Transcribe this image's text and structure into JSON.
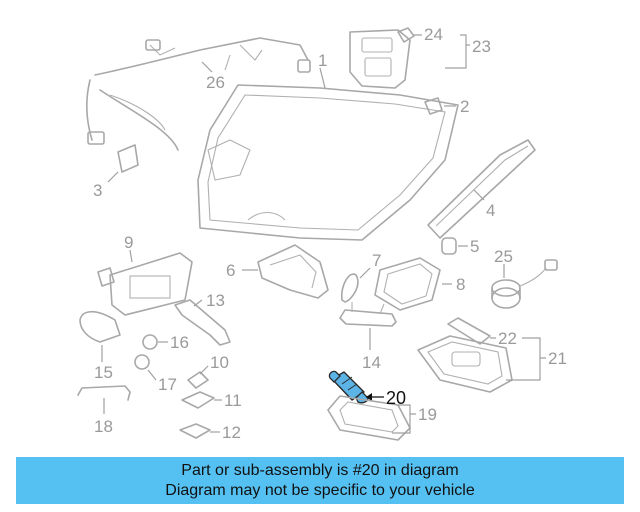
{
  "diagram": {
    "callouts": [
      "1",
      "2",
      "3",
      "4",
      "5",
      "6",
      "7",
      "8",
      "9",
      "11",
      "12",
      "13",
      "14",
      "15",
      "16",
      "17",
      "18",
      "19",
      "20",
      "21",
      "22",
      "23",
      "24",
      "25",
      "26"
    ],
    "callout_10": "10",
    "highlight_color": "#5bb3e6",
    "highlight_part": "20"
  },
  "banner": {
    "line1": "Part or sub-assembly is #20 in diagram",
    "line2": "Diagram may not be specific to your vehicle",
    "background": "#55c1f2"
  }
}
